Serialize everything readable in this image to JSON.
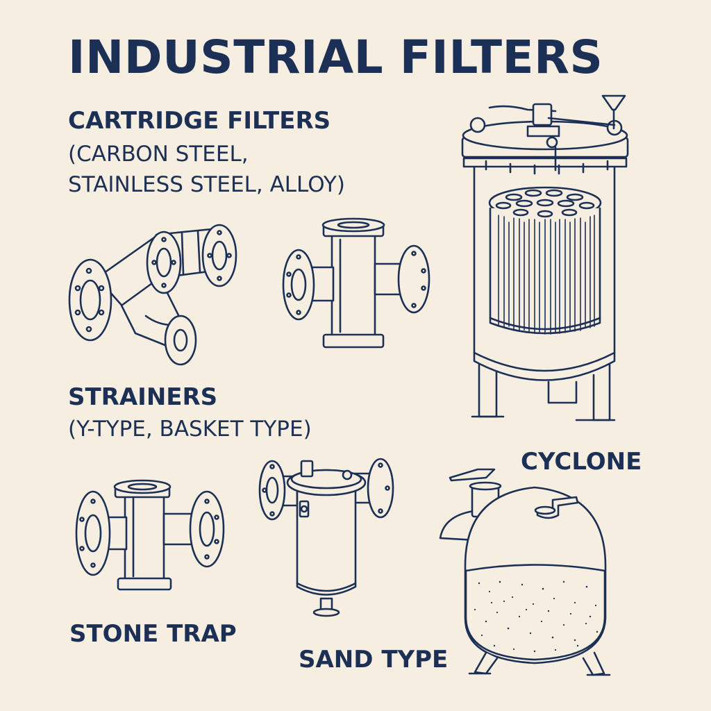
{
  "title": "INDUSTRIAL FILTERS",
  "sections": {
    "cartridge": {
      "heading": "CARTRIDGE FILTERS",
      "line1": "(CARBON STEEL,",
      "line2": "STAINLESS STEEL, ALLOY)"
    },
    "strainers": {
      "heading": "STRAINERS",
      "line1": "(Y-TYPE, BASKET TYPE)"
    },
    "cyclone": {
      "label": "CYCLONE"
    },
    "stone_trap": {
      "label": "STONE TRAP"
    },
    "sand_type": {
      "label": "SAND TYPE"
    }
  },
  "colors": {
    "background": "#f6efe1",
    "ink": "#1c2f55"
  }
}
